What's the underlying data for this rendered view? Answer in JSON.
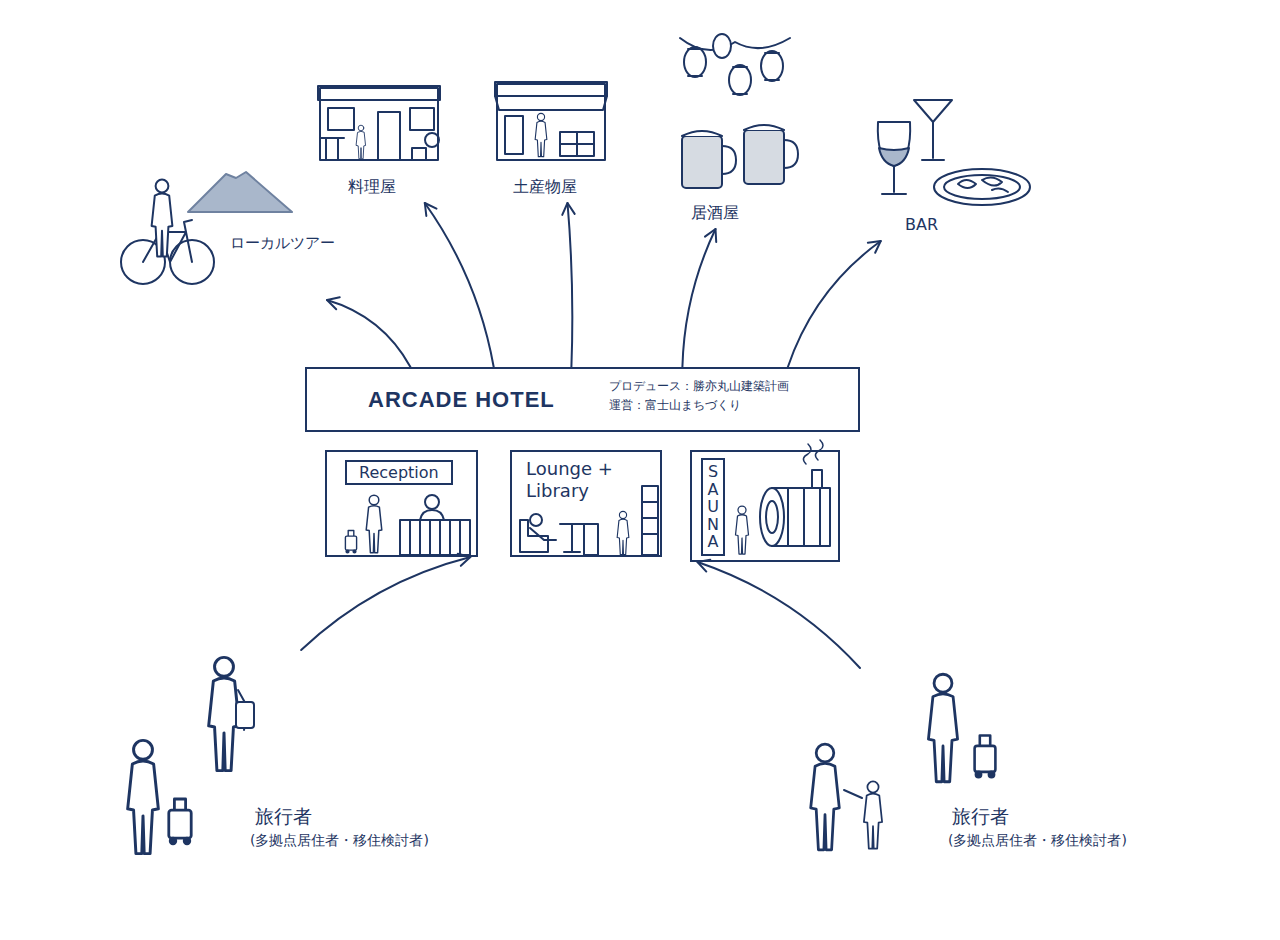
{
  "diagram": {
    "nodes": [
      {
        "text": [
          "ローカルツアー"
        ]
      },
      {
        "text": [
          "料理屋"
        ]
      },
      {
        "text": [
          "土産物屋"
        ]
      },
      {
        "text": [
          "居酒屋"
        ]
      },
      {
        "text": [
          "BAR"
        ]
      },
      {
        "text": [
          "ARCADE HOTEL",
          "プロデュース：勝亦丸山建築計画",
          "運営：富士山まちづくり"
        ]
      },
      {
        "text": [
          "Reception"
        ]
      },
      {
        "text": [
          "Lounge + Library"
        ]
      },
      {
        "text": [
          "SAUNA"
        ]
      },
      {
        "text": [
          "旅行者",
          "(多拠点居住者・移住検討者)"
        ]
      },
      {
        "text": [
          "旅行者",
          "(多拠点居住者・移住検討者)"
        ]
      }
    ],
    "edges": [
      {
        "from": 5,
        "to": 0,
        "arrow": "to"
      },
      {
        "from": 5,
        "to": 1,
        "arrow": "to"
      },
      {
        "from": 5,
        "to": 2,
        "arrow": "to"
      },
      {
        "from": 5,
        "to": 3,
        "arrow": "to"
      },
      {
        "from": 5,
        "to": 4,
        "arrow": "to"
      },
      {
        "from": 9,
        "to": 6,
        "arrow": "to"
      },
      {
        "from": 10,
        "to": 8,
        "arrow": "to"
      }
    ]
  }
}
